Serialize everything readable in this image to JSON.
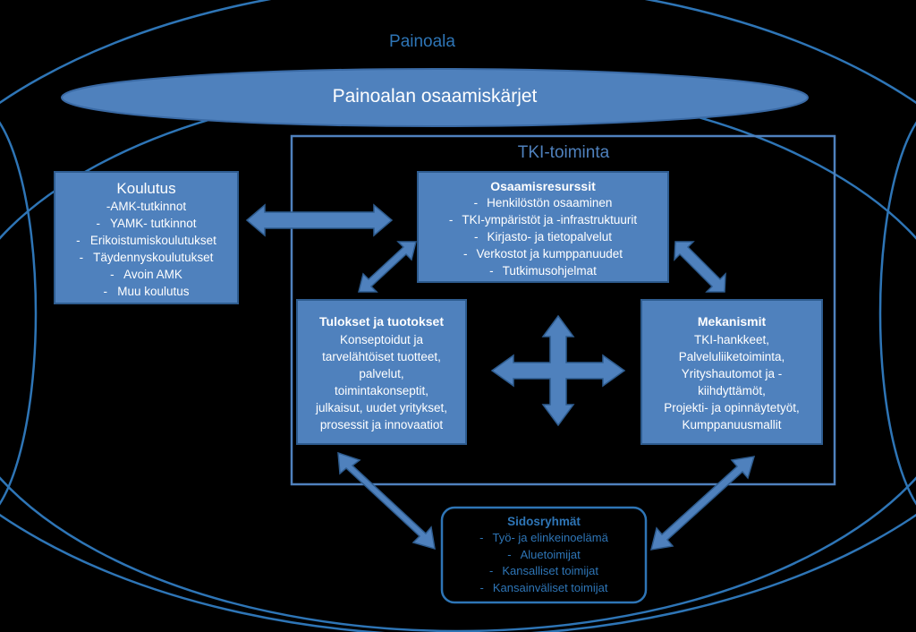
{
  "colors": {
    "background": "#000000",
    "fill": "#4f81bd",
    "outline": "#2e75b6",
    "text_blue": "#2e75b6",
    "text_light": "#ffffff"
  },
  "outer_label": "Painoala",
  "banner": "Painoalan osaamiskärjet",
  "tki_title": "TKI-toiminta",
  "koulutus": {
    "title": "Koulutus",
    "items": [
      "-AMK-tutkinnot",
      "-   YAMK- tutkinnot",
      "-   Erikoistumiskoulutukset",
      "-   Täydennyskoulutukset",
      "-   Avoin AMK",
      "-   Muu koulutus"
    ]
  },
  "osaamisresurssit": {
    "title": "Osaamisresurssit",
    "items": [
      "Henkilöstön osaaminen",
      "TKI-ympäristöt ja -infrastruktuurit",
      "Kirjasto- ja tietopalvelut",
      "Verkostot ja kumppanuudet",
      "Tutkimusohjelmat"
    ]
  },
  "tulokset": {
    "title": "Tulokset ja tuotokset",
    "lines": [
      "Konseptoidut ja",
      "tarvelähtöiset tuotteet,",
      "palvelut,",
      "toimintakonseptit,",
      "julkaisut, uudet yritykset,",
      "prosessit ja innovaatiot"
    ]
  },
  "mekanismit": {
    "title": "Mekanismit",
    "lines": [
      "TKI-hankkeet,",
      "Palveluliiketoiminta,",
      "Yrityshautomot ja -",
      "kiihdyttämöt,",
      "Projekti- ja opinnäytetyöt,",
      "Kumppanuusmallit"
    ]
  },
  "sidosryhmat": {
    "title": "Sidosryhmät",
    "items": [
      "Työ- ja elinkeinoelämä",
      "Aluetoimijat",
      "Kansalliset toimijat",
      "Kansainväliset toimijat"
    ]
  }
}
